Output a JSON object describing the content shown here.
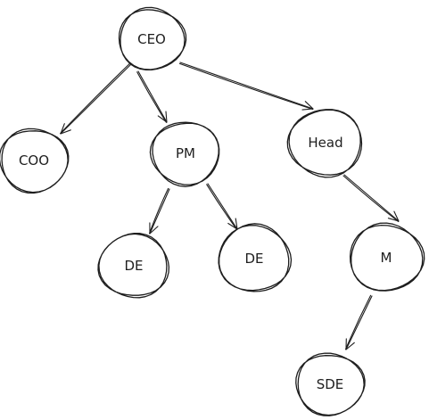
{
  "colors": {
    "stroke": "#1e1e1e",
    "background": "#ffffff"
  },
  "nodes": [
    {
      "id": "ceo",
      "label": "CEO"
    },
    {
      "id": "coo",
      "label": "COO"
    },
    {
      "id": "pm",
      "label": "PM"
    },
    {
      "id": "head",
      "label": "Head"
    },
    {
      "id": "de-1",
      "label": "DE"
    },
    {
      "id": "de-2",
      "label": "DE"
    },
    {
      "id": "m",
      "label": "M"
    },
    {
      "id": "sde",
      "label": "SDE"
    }
  ],
  "edges": [
    {
      "from": "ceo",
      "to": "coo"
    },
    {
      "from": "ceo",
      "to": "pm"
    },
    {
      "from": "ceo",
      "to": "head"
    },
    {
      "from": "pm",
      "to": "de-1"
    },
    {
      "from": "pm",
      "to": "de-2"
    },
    {
      "from": "head",
      "to": "m"
    },
    {
      "from": "m",
      "to": "sde"
    }
  ]
}
